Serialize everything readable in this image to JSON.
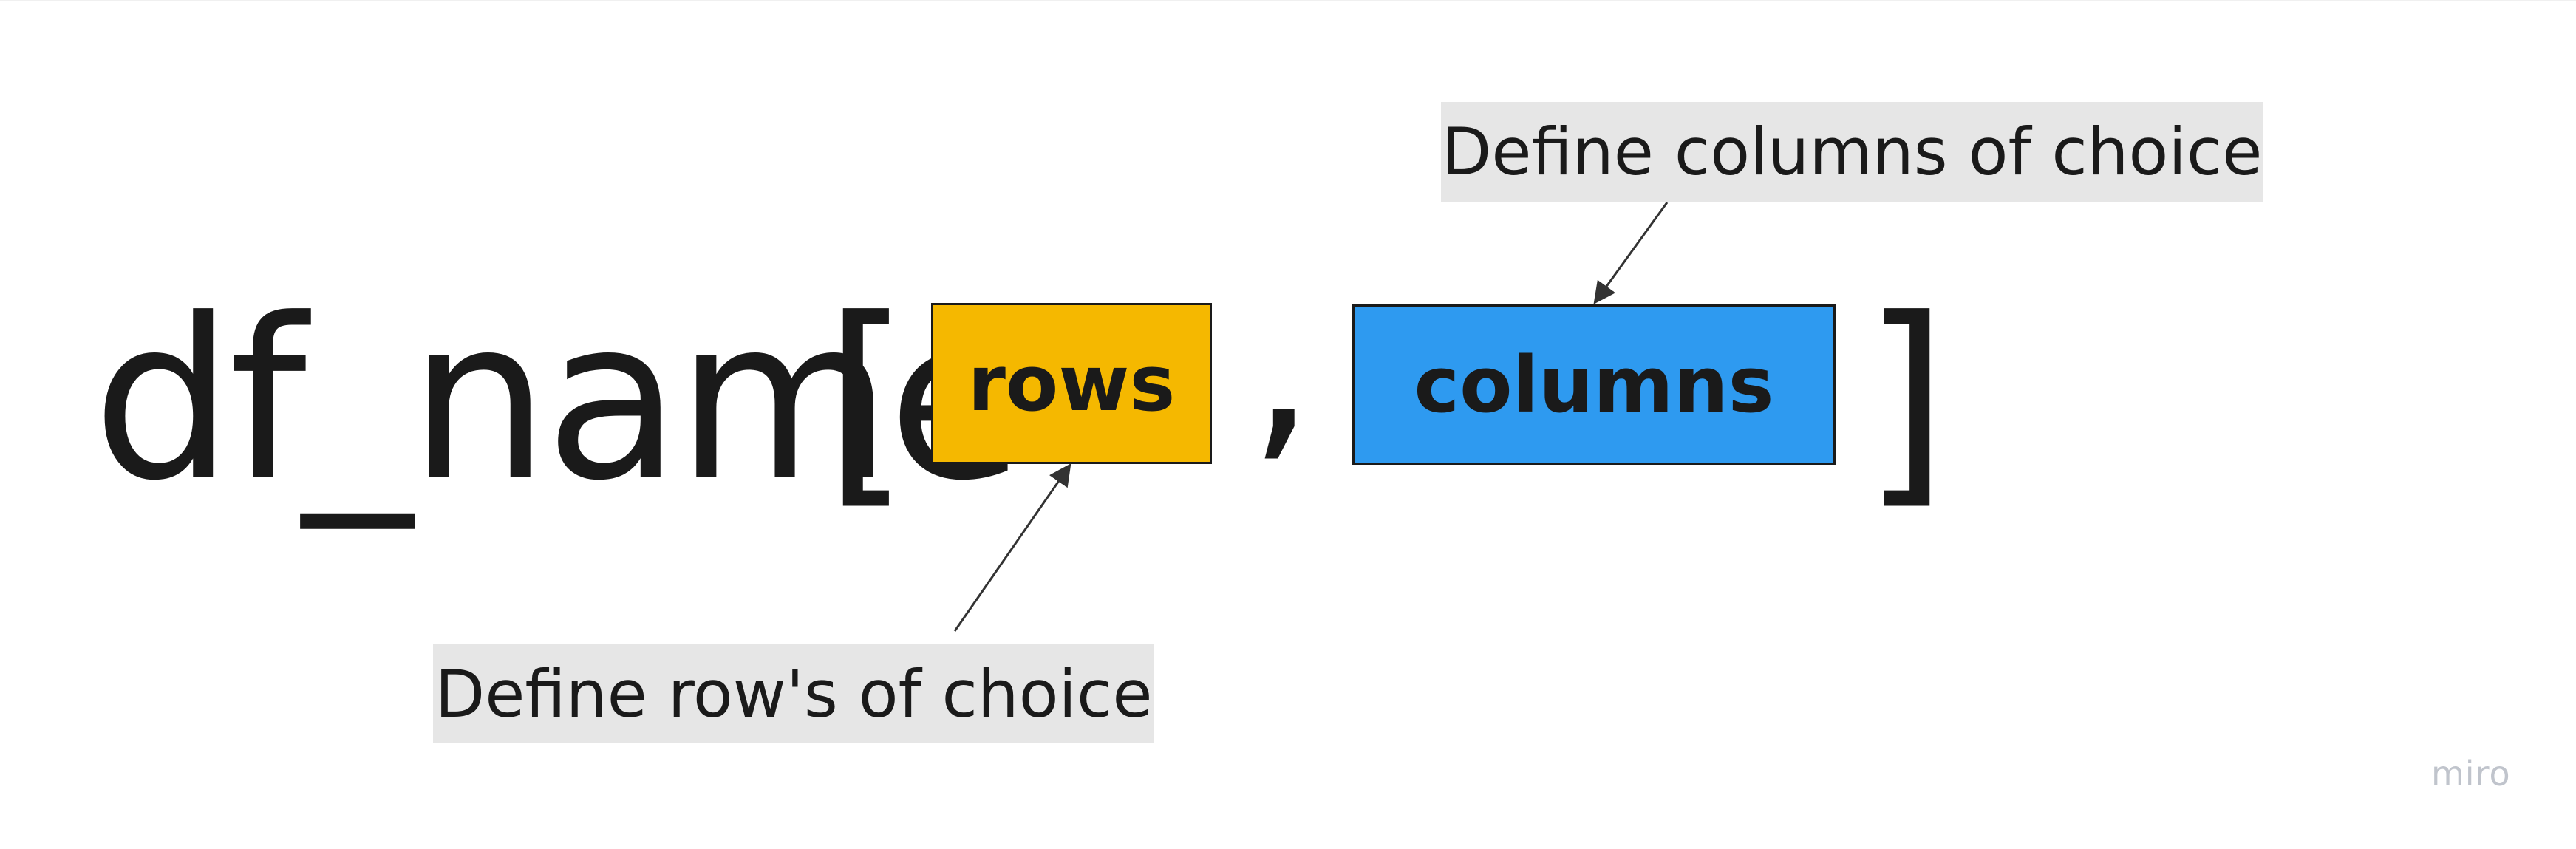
{
  "expression": {
    "df_name": "df_name",
    "open_bracket": "[",
    "comma": ",",
    "close_bracket": "]"
  },
  "rows_box": {
    "label": "rows",
    "fill_color": "#f5b800"
  },
  "columns_box": {
    "label": "columns",
    "fill_color": "#2e9af0"
  },
  "annotations": {
    "columns_note": "Define columns of choice",
    "rows_note": "Define row's of choice"
  },
  "watermark": "miro"
}
